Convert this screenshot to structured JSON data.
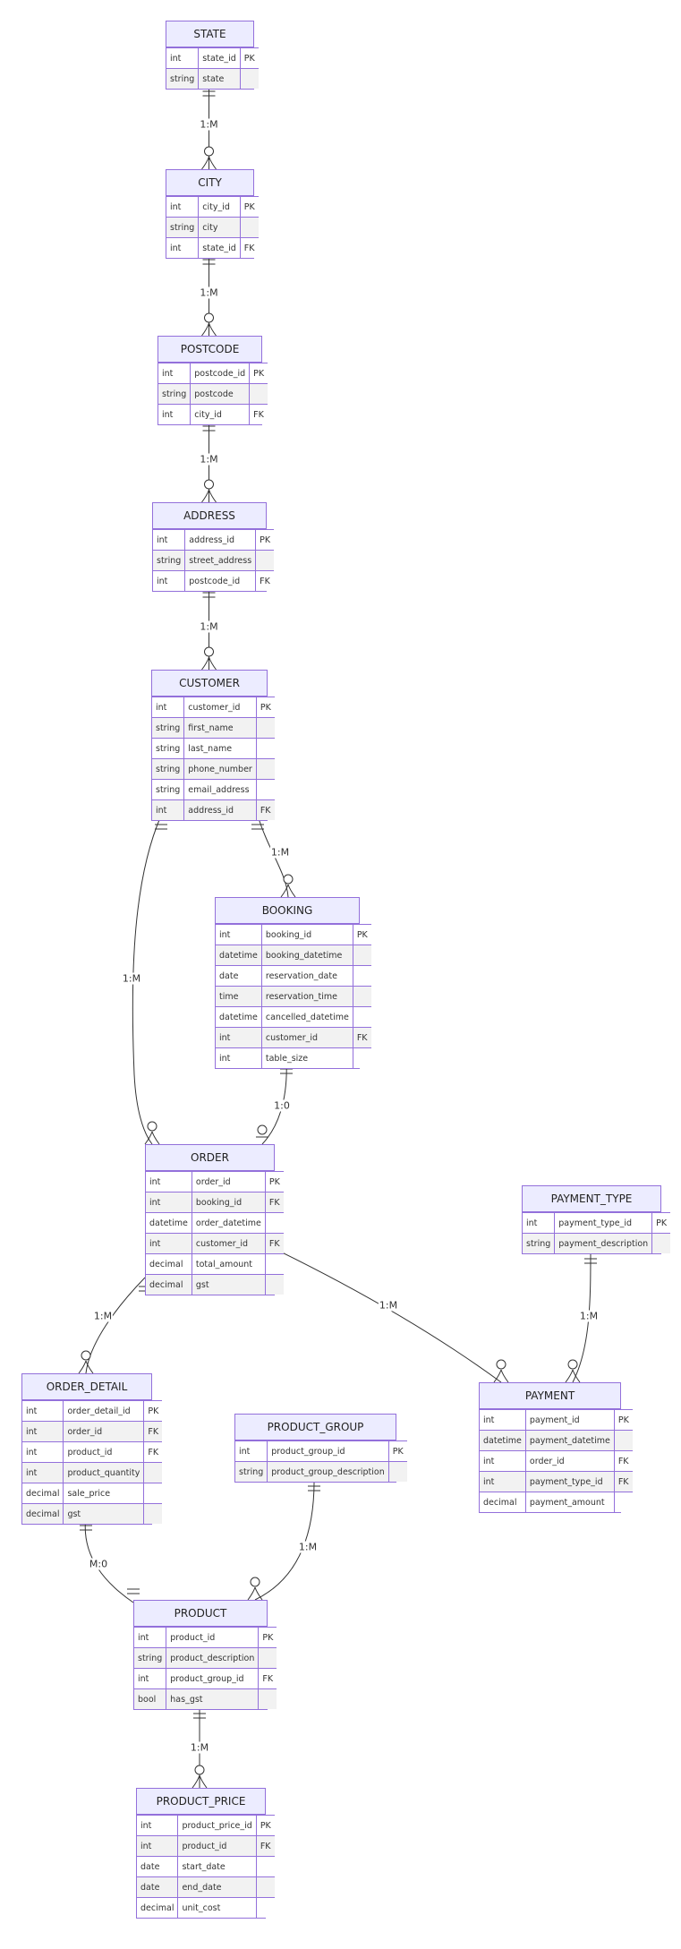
{
  "entities": [
    {
      "id": "state",
      "name": "STATE",
      "attrs": [
        [
          "int",
          "state_id",
          "PK"
        ],
        [
          "string",
          "state",
          ""
        ]
      ]
    },
    {
      "id": "city",
      "name": "CITY",
      "attrs": [
        [
          "int",
          "city_id",
          "PK"
        ],
        [
          "string",
          "city",
          ""
        ],
        [
          "int",
          "state_id",
          "FK"
        ]
      ]
    },
    {
      "id": "postcode",
      "name": "POSTCODE",
      "attrs": [
        [
          "int",
          "postcode_id",
          "PK"
        ],
        [
          "string",
          "postcode",
          ""
        ],
        [
          "int",
          "city_id",
          "FK"
        ]
      ]
    },
    {
      "id": "address",
      "name": "ADDRESS",
      "attrs": [
        [
          "int",
          "address_id",
          "PK"
        ],
        [
          "string",
          "street_address",
          ""
        ],
        [
          "int",
          "postcode_id",
          "FK"
        ]
      ]
    },
    {
      "id": "customer",
      "name": "CUSTOMER",
      "attrs": [
        [
          "int",
          "customer_id",
          "PK"
        ],
        [
          "string",
          "first_name",
          ""
        ],
        [
          "string",
          "last_name",
          ""
        ],
        [
          "string",
          "phone_number",
          ""
        ],
        [
          "string",
          "email_address",
          ""
        ],
        [
          "int",
          "address_id",
          "FK"
        ]
      ]
    },
    {
      "id": "booking",
      "name": "BOOKING",
      "attrs": [
        [
          "int",
          "booking_id",
          "PK"
        ],
        [
          "datetime",
          "booking_datetime",
          ""
        ],
        [
          "date",
          "reservation_date",
          ""
        ],
        [
          "time",
          "reservation_time",
          ""
        ],
        [
          "datetime",
          "cancelled_datetime",
          ""
        ],
        [
          "int",
          "customer_id",
          "FK"
        ],
        [
          "int",
          "table_size",
          ""
        ]
      ]
    },
    {
      "id": "order",
      "name": "ORDER",
      "attrs": [
        [
          "int",
          "order_id",
          "PK"
        ],
        [
          "int",
          "booking_id",
          "FK"
        ],
        [
          "datetime",
          "order_datetime",
          ""
        ],
        [
          "int",
          "customer_id",
          "FK"
        ],
        [
          "decimal",
          "total_amount",
          ""
        ],
        [
          "decimal",
          "gst",
          ""
        ]
      ]
    },
    {
      "id": "payment_type",
      "name": "PAYMENT_TYPE",
      "attrs": [
        [
          "int",
          "payment_type_id",
          "PK"
        ],
        [
          "string",
          "payment_description",
          ""
        ]
      ]
    },
    {
      "id": "order_detail",
      "name": "ORDER_DETAIL",
      "attrs": [
        [
          "int",
          "order_detail_id",
          "PK"
        ],
        [
          "int",
          "order_id",
          "FK"
        ],
        [
          "int",
          "product_id",
          "FK"
        ],
        [
          "int",
          "product_quantity",
          ""
        ],
        [
          "decimal",
          "sale_price",
          ""
        ],
        [
          "decimal",
          "gst",
          ""
        ]
      ]
    },
    {
      "id": "product_group",
      "name": "PRODUCT_GROUP",
      "attrs": [
        [
          "int",
          "product_group_id",
          "PK"
        ],
        [
          "string",
          "product_group_description",
          ""
        ]
      ]
    },
    {
      "id": "payment",
      "name": "PAYMENT",
      "attrs": [
        [
          "int",
          "payment_id",
          "PK"
        ],
        [
          "datetime",
          "payment_datetime",
          ""
        ],
        [
          "int",
          "order_id",
          "FK"
        ],
        [
          "int",
          "payment_type_id",
          "FK"
        ],
        [
          "decimal",
          "payment_amount",
          ""
        ]
      ]
    },
    {
      "id": "product",
      "name": "PRODUCT",
      "attrs": [
        [
          "int",
          "product_id",
          "PK"
        ],
        [
          "string",
          "product_description",
          ""
        ],
        [
          "int",
          "product_group_id",
          "FK"
        ],
        [
          "bool",
          "has_gst",
          ""
        ]
      ]
    },
    {
      "id": "product_price",
      "name": "PRODUCT_PRICE",
      "attrs": [
        [
          "int",
          "product_price_id",
          "PK"
        ],
        [
          "int",
          "product_id",
          "FK"
        ],
        [
          "date",
          "start_date",
          ""
        ],
        [
          "date",
          "end_date",
          ""
        ],
        [
          "decimal",
          "unit_cost",
          ""
        ]
      ]
    }
  ],
  "relationships": [
    {
      "id": "r1",
      "from": "state",
      "to": "city",
      "label": "1:M",
      "from_end": "one",
      "to_end": "many"
    },
    {
      "id": "r2",
      "from": "city",
      "to": "postcode",
      "label": "1:M",
      "from_end": "one",
      "to_end": "many"
    },
    {
      "id": "r3",
      "from": "postcode",
      "to": "address",
      "label": "1:M",
      "from_end": "one",
      "to_end": "many"
    },
    {
      "id": "r4",
      "from": "address",
      "to": "customer",
      "label": "1:M",
      "from_end": "one",
      "to_end": "many"
    },
    {
      "id": "r5",
      "from": "customer",
      "to": "booking",
      "label": "1:M",
      "from_end": "one",
      "to_end": "many"
    },
    {
      "id": "r6",
      "from": "customer",
      "to": "order",
      "label": "1:M",
      "from_end": "one",
      "to_end": "many"
    },
    {
      "id": "r7",
      "from": "booking",
      "to": "order",
      "label": "1:0",
      "from_end": "one",
      "to_end": "zero-one"
    },
    {
      "id": "r8",
      "from": "order",
      "to": "order_detail",
      "label": "1:M",
      "from_end": "one",
      "to_end": "many"
    },
    {
      "id": "r9",
      "from": "order",
      "to": "payment",
      "label": "1:M",
      "from_end": "one",
      "to_end": "many"
    },
    {
      "id": "r10",
      "from": "payment_type",
      "to": "payment",
      "label": "1:M",
      "from_end": "one",
      "to_end": "many"
    },
    {
      "id": "r11",
      "from": "order_detail",
      "to": "product",
      "label": "M:0",
      "from_end": "one",
      "to_end": "one"
    },
    {
      "id": "r12",
      "from": "product_group",
      "to": "product",
      "label": "1:M",
      "from_end": "one",
      "to_end": "many"
    },
    {
      "id": "r13",
      "from": "product",
      "to": "product_price",
      "label": "1:M",
      "from_end": "one",
      "to_end": "many"
    }
  ],
  "colors": {
    "border": "#9370db",
    "header_bg": "#ececff",
    "row_odd": "#ffffff",
    "row_even": "#f2f2f2",
    "line": "#333333"
  }
}
